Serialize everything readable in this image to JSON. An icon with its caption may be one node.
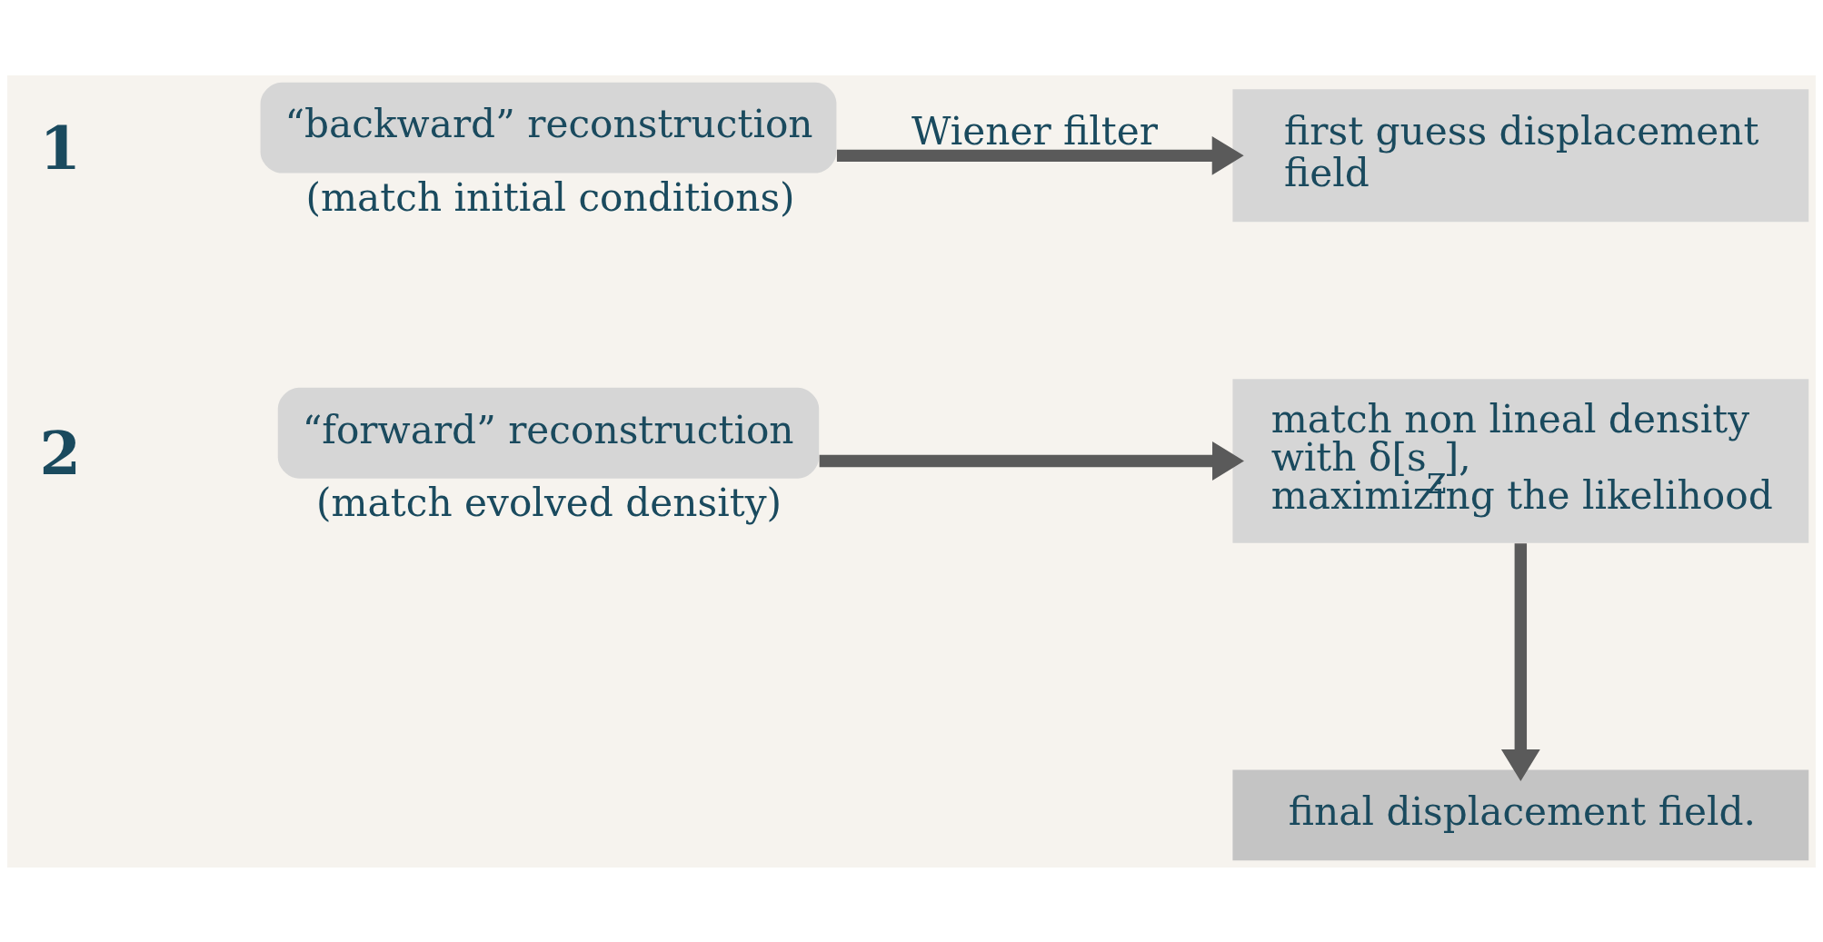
{
  "diagram": {
    "nodes": [
      {
        "text": [
          "“backward” reconstruction"
        ],
        "beside": [
          "(match initial conditions)"
        ]
      },
      {
        "text": [
          "first guess displacement field"
        ]
      },
      {
        "text": [
          "“forward” reconstruction"
        ],
        "beside": [
          "(match evolved density)"
        ]
      },
      {
        "text": [
          "match non lineal density with δ[s$_{z}$], maximizing the likelihood"
        ]
      },
      {
        "text": [
          "final displacement field."
        ]
      }
    ],
    "edges": [
      {
        "from": 0,
        "to": 1,
        "arrow": "to",
        "label": "Wiener filter"
      },
      {
        "from": 2,
        "to": 3,
        "arrow": "to"
      },
      {
        "from": 3,
        "to": 4,
        "arrow": "to"
      }
    ],
    "labels": [
      "1",
      "2"
    ]
  }
}
